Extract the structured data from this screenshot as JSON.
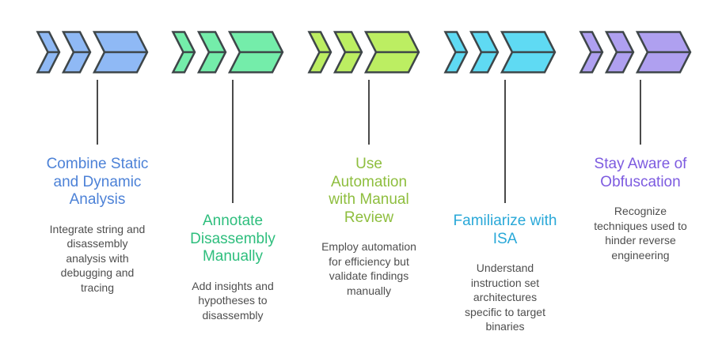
{
  "diagram": {
    "background": "#ffffff",
    "chevron_outline_color": "#3e4649",
    "connector_color": "#4a4a4a",
    "description_color": "#4e4e4e",
    "steps": [
      {
        "title": "Combine Static\nand Dynamic\nAnalysis",
        "description": "Integrate string and\ndisassembly\nanalysis with\ndebugging and\ntracing",
        "accent": "#4d82d7",
        "chevron_fill": "#8fb9f5"
      },
      {
        "title": "Annotate\nDisassembly\nManually",
        "description": "Add insights and\nhypotheses to\ndisassembly",
        "accent": "#2ebe7d",
        "chevron_fill": "#74edaa"
      },
      {
        "title": "Use\nAutomation\nwith Manual\nReview",
        "description": "Employ automation\nfor efficiency but\nvalidate findings\nmanually",
        "accent": "#8ebe3e",
        "chevron_fill": "#bcee62"
      },
      {
        "title": "Familiarize with\nISA",
        "description": "Understand\ninstruction set\narchitectures\nspecific to target\nbinaries",
        "accent": "#29a8d8",
        "chevron_fill": "#5fdaf3"
      },
      {
        "title": "Stay Aware of\nObfuscation",
        "description": "Recognize\ntechniques used to\nhinder reverse\nengineering",
        "accent": "#7d5be0",
        "chevron_fill": "#afa0f0"
      }
    ]
  }
}
